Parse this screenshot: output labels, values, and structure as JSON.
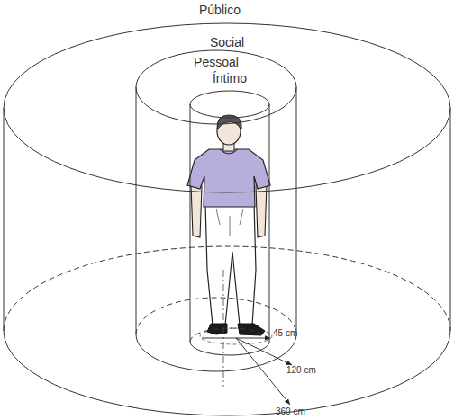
{
  "diagram": {
    "nodes": [
      {
        "text": [
          "Social"
        ]
      },
      {
        "text": [
          "Pessoal"
        ],
        "in": 0
      },
      {
        "text": [
          "Íntimo"
        ],
        "in": 1
      }
    ],
    "labels": [
      "Público",
      "45 cm",
      "120 cm",
      "360 cm"
    ]
  }
}
